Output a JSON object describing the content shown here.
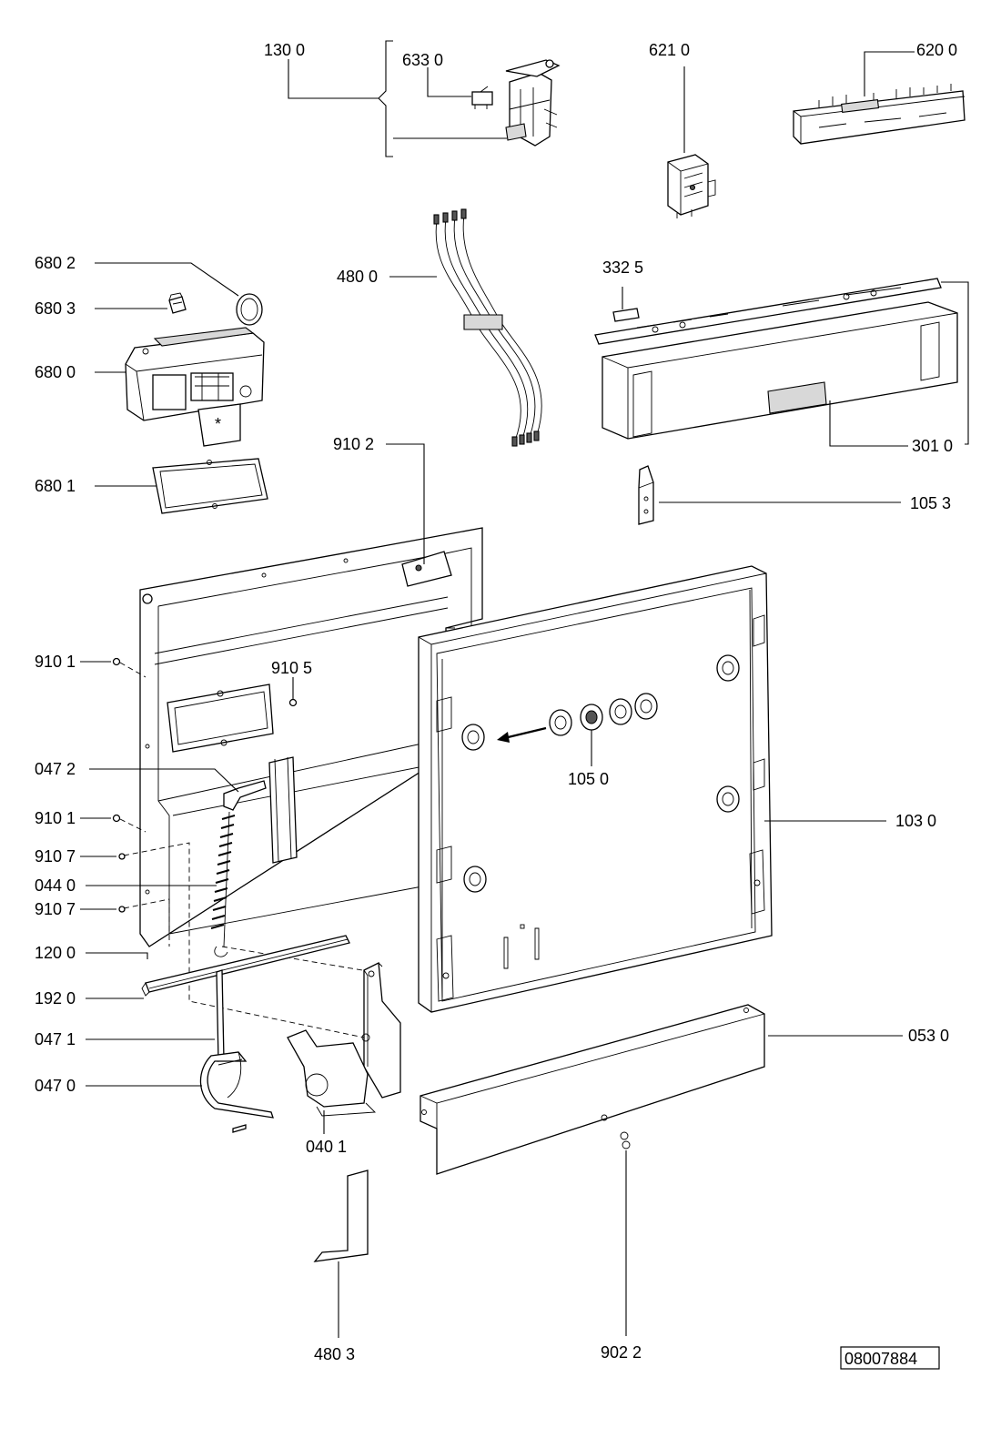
{
  "labels": {
    "l_130_0": "130 0",
    "l_633_0": "633 0",
    "l_621_0": "621 0",
    "l_620_0": "620 0",
    "l_680_2": "680 2",
    "l_680_3": "680 3",
    "l_680_0": "680 0",
    "l_680_1": "680 1",
    "l_480_0": "480 0",
    "l_332_5": "332 5",
    "l_301_0": "301 0",
    "l_105_3": "105 3",
    "l_910_2": "910 2",
    "l_910_1a": "910 1",
    "l_910_5": "910 5",
    "l_047_2": "047 2",
    "l_105_0": "105 0",
    "l_910_1b": "910 1",
    "l_103_0": "103 0",
    "l_910_7a": "910 7",
    "l_044_0": "044 0",
    "l_910_7b": "910 7",
    "l_120_0": "120 0",
    "l_192_0": "192 0",
    "l_053_0": "053 0",
    "l_047_1": "047 1",
    "l_047_0": "047 0",
    "l_040_1": "040 1",
    "l_480_3": "480 3",
    "l_902_2": "902 2"
  },
  "drawing_id": "08007884"
}
